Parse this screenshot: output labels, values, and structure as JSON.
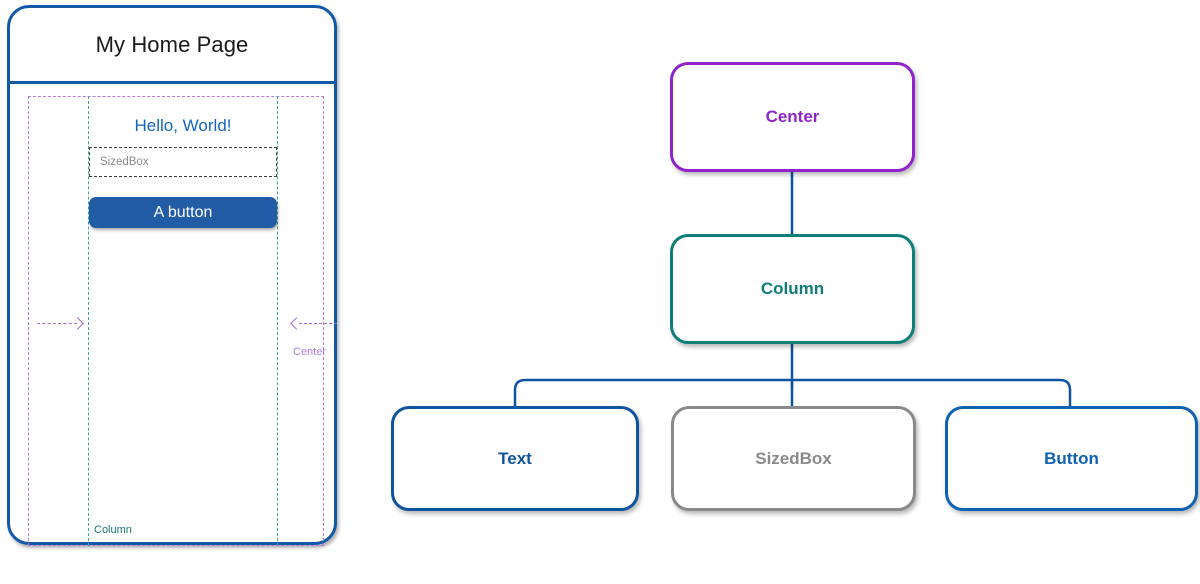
{
  "phone": {
    "appbar_title": "My Home Page",
    "hello_text": "Hello, World!",
    "sizedbox_label": "SizedBox",
    "button_label": "A button",
    "guides": {
      "column_label": "Column",
      "center_label": "Center",
      "column_color": "#17776f",
      "center_color": "#b07cd6"
    },
    "frame_color": "#1359a8",
    "button_color": "#225ba6",
    "hello_color": "#1565c0"
  },
  "tree": {
    "connector_color": "#10539f",
    "nodes": [
      {
        "id": "center",
        "label": "Center",
        "color": "#8e24c9"
      },
      {
        "id": "column",
        "label": "Column",
        "color": "#0f7d78"
      },
      {
        "id": "text",
        "label": "Text",
        "color": "#10539f"
      },
      {
        "id": "sizedbox",
        "label": "SizedBox",
        "color": "#8a8a8a"
      },
      {
        "id": "button",
        "label": "Button",
        "color": "#0f62b0"
      }
    ]
  }
}
